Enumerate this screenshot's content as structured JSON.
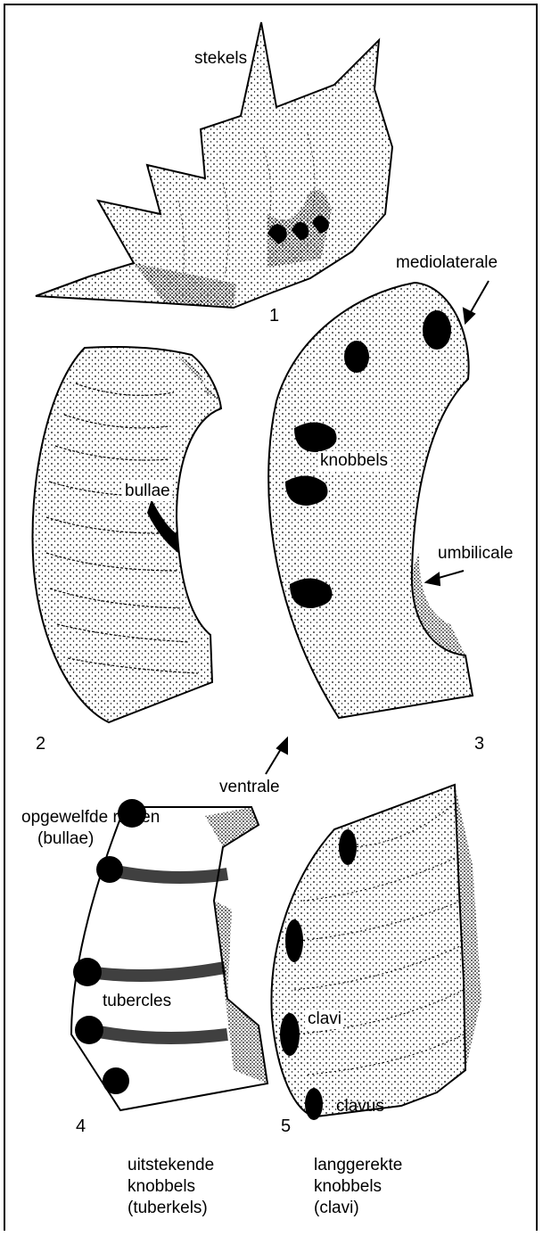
{
  "figures": [
    {
      "number": "1",
      "labels": {
        "spines": "stekels"
      }
    },
    {
      "number": "2",
      "labels": {
        "bullae": "bullae"
      }
    },
    {
      "number": "3",
      "labels": {
        "mediolateral": "mediolaterale",
        "knobs": "knobbels",
        "umbilical": "umbilicale",
        "ventral": "ventrale"
      }
    },
    {
      "number": "4",
      "labels": {
        "tubercles": "tubercles"
      }
    },
    {
      "number": "5",
      "labels": {
        "clavi": "clavi",
        "clavus": "clavus"
      }
    }
  ],
  "captions": {
    "bullae": [
      "opgewelfde ribben",
      "(bullae)"
    ],
    "tubercles": [
      "uitstekende",
      "knobbels",
      "(tuberkels)"
    ],
    "clavi": [
      "langgerekte",
      "knobbels",
      "(clavi)"
    ]
  },
  "colors": {
    "ink": "#000000",
    "paper": "#ffffff"
  }
}
